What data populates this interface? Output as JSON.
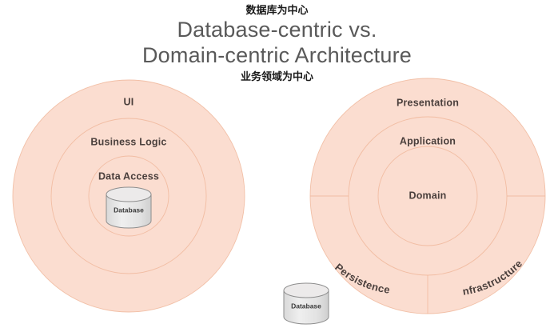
{
  "title": {
    "main": "Database-centric vs.\nDomain-centric Architecture",
    "annotation_top": "数据库为中心",
    "annotation_bottom": "业务领域为中心"
  },
  "colors": {
    "ring_fill": "#fbddd0",
    "ring_stroke": "#f0b79b",
    "label_text": "#4a3f3c",
    "title_text": "#595959",
    "database_stroke": "#8e8e8e",
    "background": "#ffffff"
  },
  "left_diagram": {
    "name": "database-centric-architecture",
    "layers": [
      {
        "label": "UI",
        "ring": "outer"
      },
      {
        "label": "Business Logic",
        "ring": "middle"
      },
      {
        "label": "Data Access",
        "ring": "inner"
      }
    ],
    "database": {
      "label": "Database"
    }
  },
  "right_diagram": {
    "name": "domain-centric-architecture",
    "layers": [
      {
        "label": "Presentation",
        "ring": "outer"
      },
      {
        "label": "Application",
        "ring": "middle"
      },
      {
        "label": "Domain",
        "ring": "inner"
      }
    ],
    "sectors": [
      {
        "label": "Persistence",
        "position": "bottom-left"
      },
      {
        "label": "Infrastructure",
        "position": "bottom-right"
      }
    ]
  },
  "external_database": {
    "label": "Database"
  }
}
